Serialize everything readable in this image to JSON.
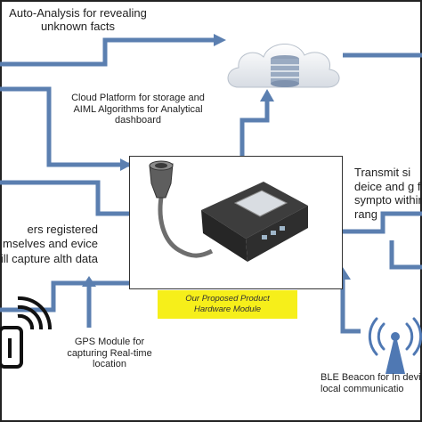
{
  "nodes": {
    "auto_analysis": "Auto-Analysis for revealing unknown facts",
    "cloud_platform": "Cloud Platform for storage and AIML Algorithms for Analytical dashboard",
    "transmit": "Transmit si deice and g for sympto within rang",
    "users": "ers registered mselves and evice will capture alth data",
    "gps": "GPS Module for capturing Real-time location",
    "ble": "BLE Beacon for In device local communicatio",
    "hardware_label_line1": "Our Proposed Product",
    "hardware_label_line2": "Hardware Module"
  },
  "colors": {
    "connector": "#5b7fb0",
    "label_background": "#f6ef1a"
  },
  "icons": [
    "cloud-database-icon",
    "hardware-device-icon",
    "wireless-signal-icon",
    "gps-signal-icon"
  ]
}
